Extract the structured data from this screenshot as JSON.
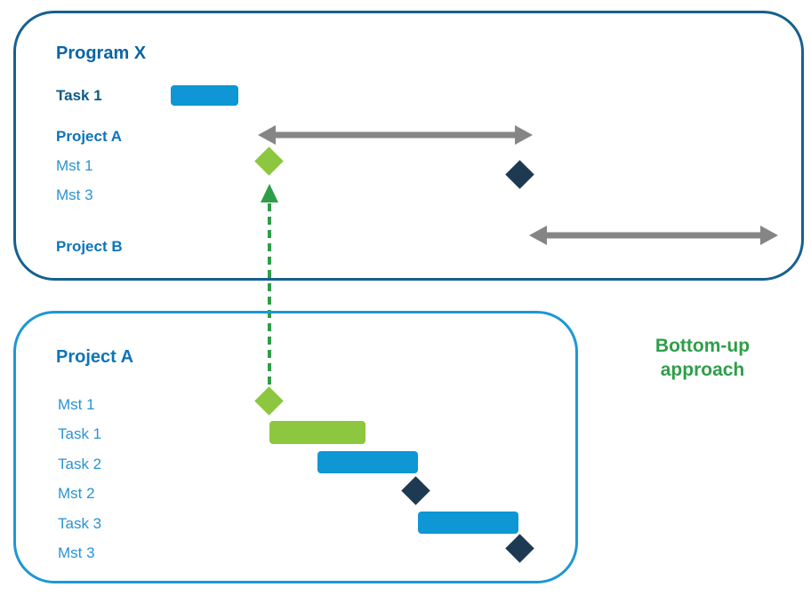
{
  "colors": {
    "panel1_border": "#16608f",
    "panel2_border": "#1d97d4",
    "program_title": "#0b65a3",
    "task_bold_label": "#0c5a87",
    "header_blue": "#0e74b9",
    "row_label_blue": "#2a93d2",
    "bar_blue": "#0e96d5",
    "bar_green": "#8dc63f",
    "diamond_green": "#8dc63f",
    "diamond_dark": "#1e3a52",
    "arrow_gray": "#858585",
    "arrow_green": "#2f9e49",
    "annotation_green": "#2f9e49"
  },
  "program_panel": {
    "title": "Program X",
    "rows": [
      {
        "label": "Task 1",
        "type": "task-bar-blue"
      },
      {
        "label": "Project A",
        "type": "project-span-arrow"
      },
      {
        "label": "Mst 1",
        "type": "milestone-green"
      },
      {
        "label": "Mst 3",
        "type": "milestone-dark"
      },
      {
        "label": "Project B",
        "type": "project-span-arrow"
      }
    ]
  },
  "project_panel": {
    "title": "Project A",
    "rows": [
      {
        "label": "Mst 1",
        "type": "milestone-green"
      },
      {
        "label": "Task 1",
        "type": "task-bar-green"
      },
      {
        "label": "Task 2",
        "type": "task-bar-blue"
      },
      {
        "label": "Mst 2",
        "type": "milestone-dark"
      },
      {
        "label": "Task 3",
        "type": "task-bar-blue"
      },
      {
        "label": "Mst 3",
        "type": "milestone-dark"
      }
    ]
  },
  "dependency_arrow": {
    "meaning": "Mst 1 rolls up from Project A to Program X"
  },
  "annotation": {
    "line1": "Bottom-up",
    "line2": "approach"
  }
}
